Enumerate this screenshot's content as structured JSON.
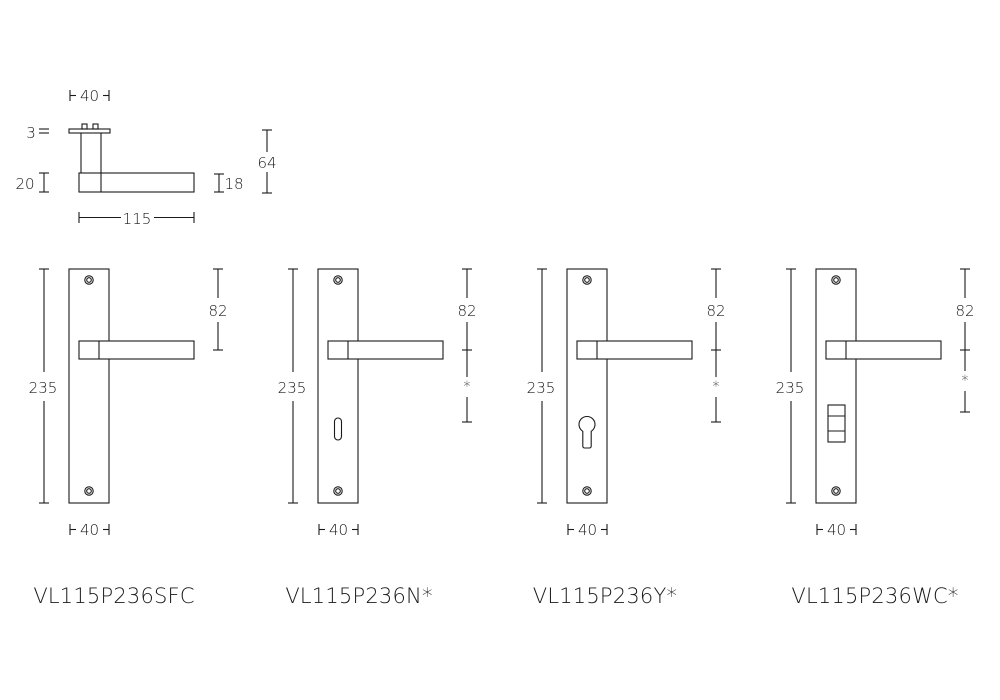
{
  "side_view": {
    "width_label": "40",
    "rose_thickness_label": "3",
    "handle_height_label": "20",
    "lever_thickness_label": "18",
    "projection_label": "64",
    "lever_length_label": "115"
  },
  "plates": [
    {
      "model": "VL115P236SFC",
      "height_label": "235",
      "center_label": "82",
      "width_label": "40",
      "lock": "none",
      "lock_distance_label": ""
    },
    {
      "model": "VL115P236N*",
      "height_label": "235",
      "center_label": "82",
      "width_label": "40",
      "lock": "key-slot",
      "lock_distance_label": "*"
    },
    {
      "model": "VL115P236Y*",
      "height_label": "235",
      "center_label": "82",
      "width_label": "40",
      "lock": "euro-cylinder",
      "lock_distance_label": "*"
    },
    {
      "model": "VL115P236WC*",
      "height_label": "235",
      "center_label": "82",
      "width_label": "40",
      "lock": "wc-turn",
      "lock_distance_label": "*"
    }
  ]
}
